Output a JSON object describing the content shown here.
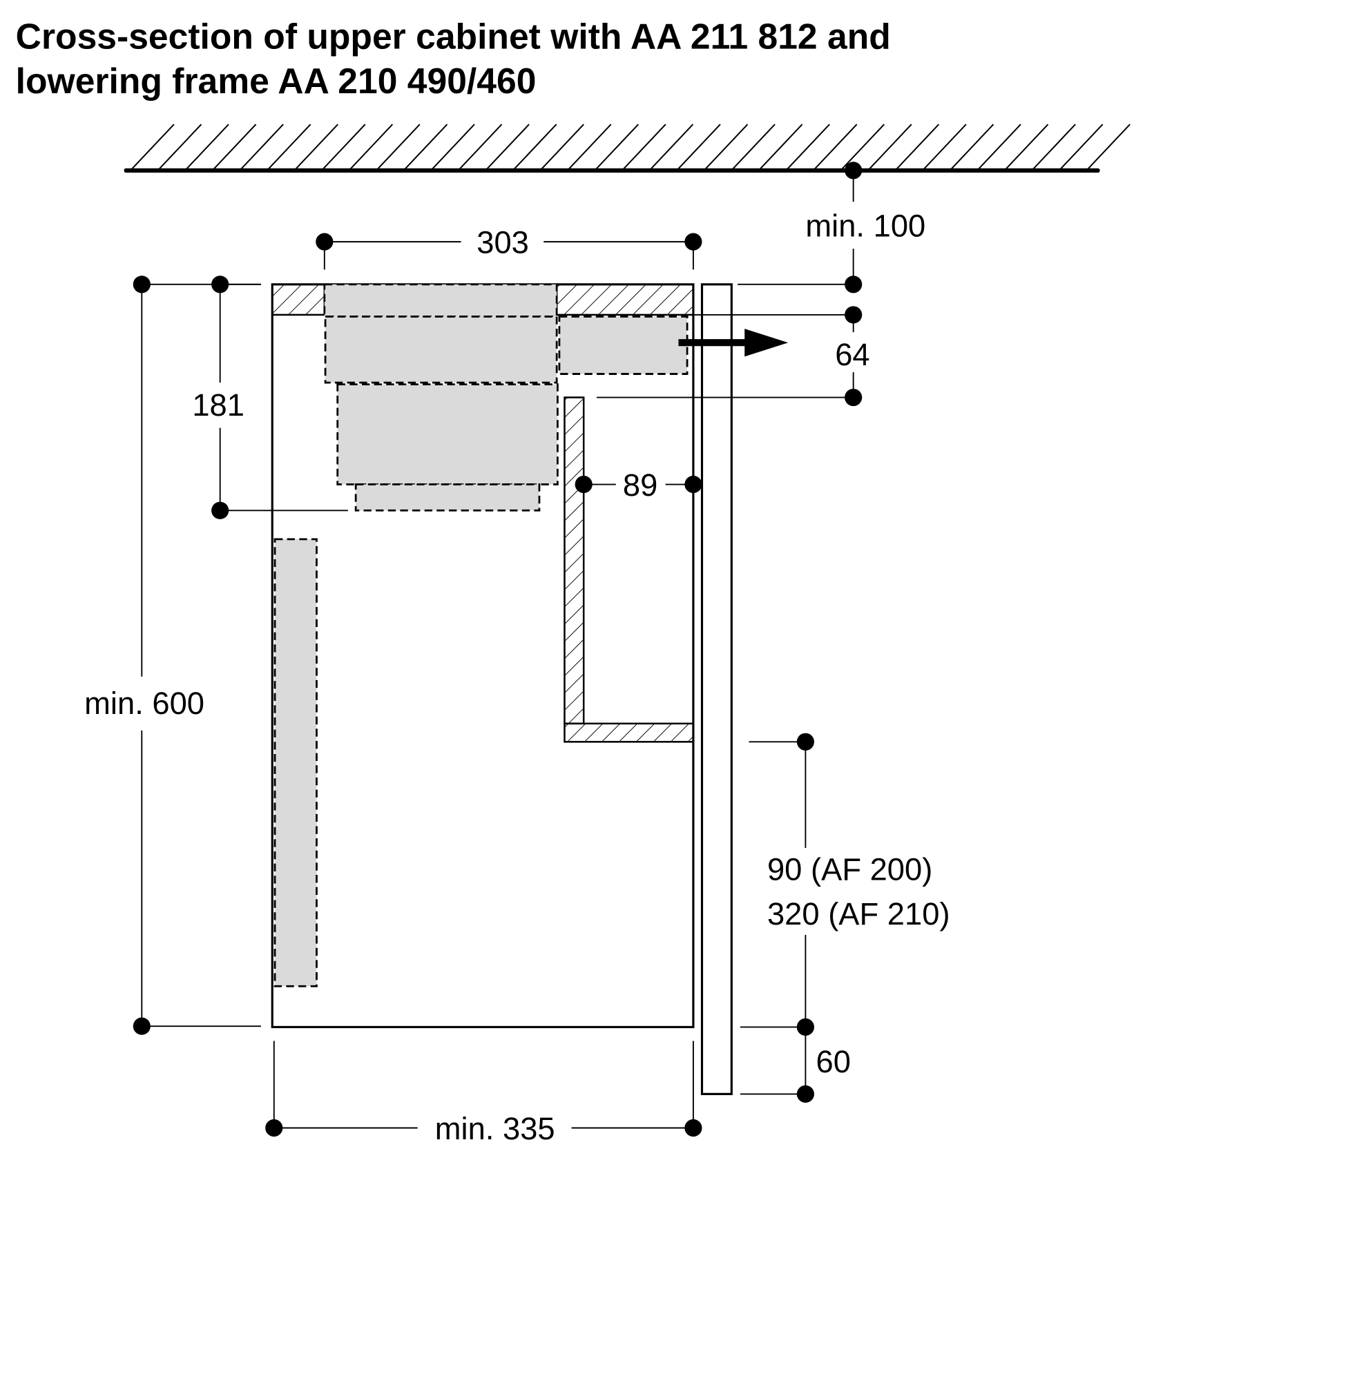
{
  "title": {
    "line1": "Cross-section of upper cabinet with AA 211 812 and",
    "line2": "lowering frame AA 210 490/460"
  },
  "dimensions": {
    "ceiling_gap": "min. 100",
    "width_top": "303",
    "offset_64": "64",
    "height_181": "181",
    "gap_89": "89",
    "cabinet_height": "min. 600",
    "lower_90": "90 (AF 200)",
    "lower_320": "320 (AF 210)",
    "bottom_60": "60",
    "cabinet_depth": "min. 335"
  },
  "colors": {
    "line": "#000000",
    "component_fill": "#dadada"
  }
}
